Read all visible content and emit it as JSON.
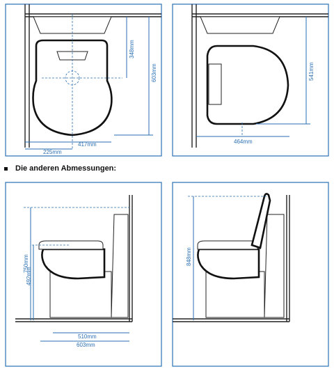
{
  "top_left_view": {
    "depth_to_seat_center": "348mm",
    "total_depth": "603mm",
    "center_offset": "225mm",
    "total_width": "417mm"
  },
  "top_right_view": {
    "total_depth": "541mm",
    "total_width": "464mm"
  },
  "section_heading": "Die anderen Abmessungen:",
  "side_left_view": {
    "total_height": "750mm",
    "seat_height": "492mm",
    "seat_depth": "510mm",
    "total_depth": "603mm"
  },
  "side_right_view": {
    "height_lid_open": "848mm"
  }
}
